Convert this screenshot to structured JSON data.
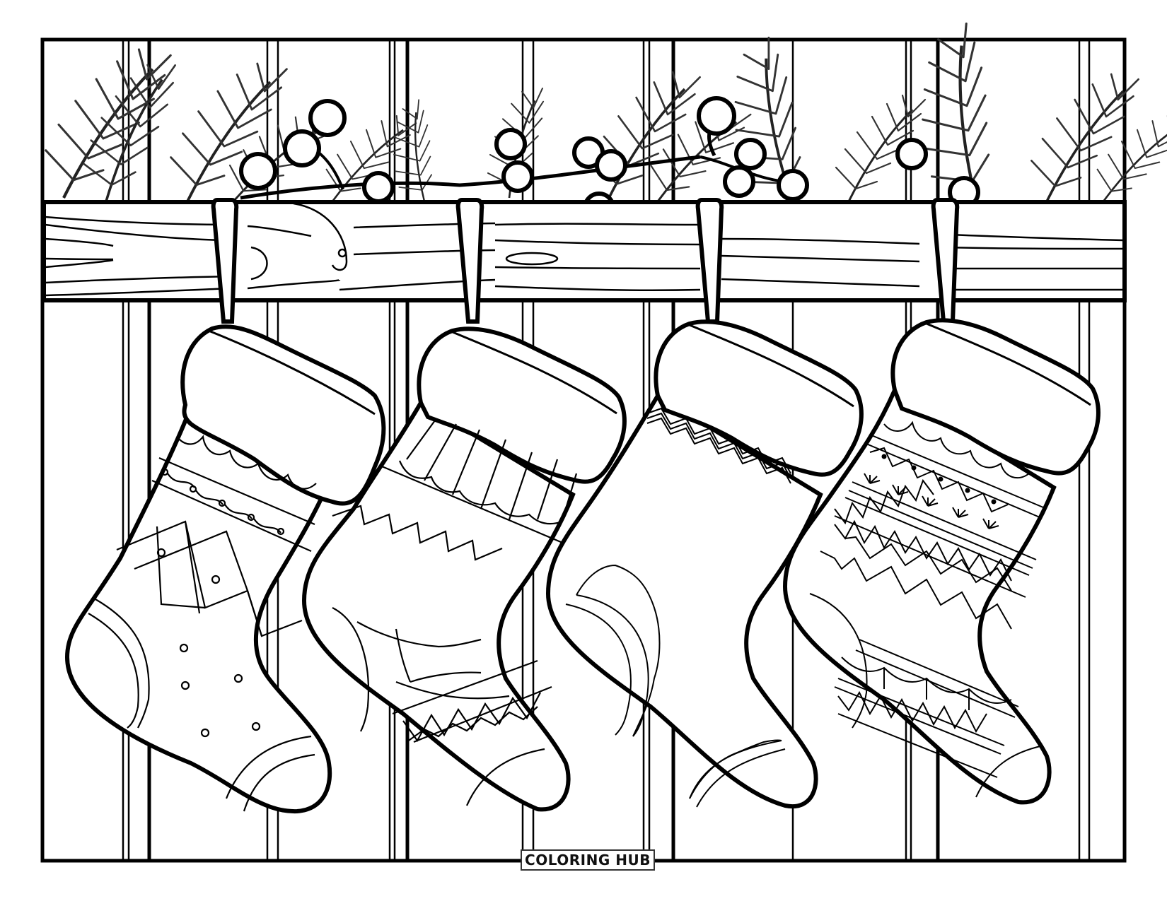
{
  "page": {
    "type": "coloring-page",
    "subject": "Christmas stockings hanging on a wooden mantel"
  },
  "watermark": {
    "label": "COLORING HUB"
  },
  "scene": {
    "background": "vertical wooden wall planks",
    "mantel": "wooden shelf with wood grain and knots",
    "garland": "pine branches with round berries",
    "stocking_count": 4,
    "stockings": [
      {
        "index": 1,
        "pattern": "scallops, loop band, argyle diamonds, dots"
      },
      {
        "index": 2,
        "pattern": "vertical ribs, zigzag steps, web arcs, triangle band"
      },
      {
        "index": 3,
        "pattern": "double zigzag, scalloped heel and toe"
      },
      {
        "index": 4,
        "pattern": "fair-isle bands: scallops, flowers, triangles, zigzags, fans"
      }
    ]
  },
  "colors": {
    "ink": "#000000",
    "paper": "#ffffff",
    "foliage": "#333333"
  }
}
